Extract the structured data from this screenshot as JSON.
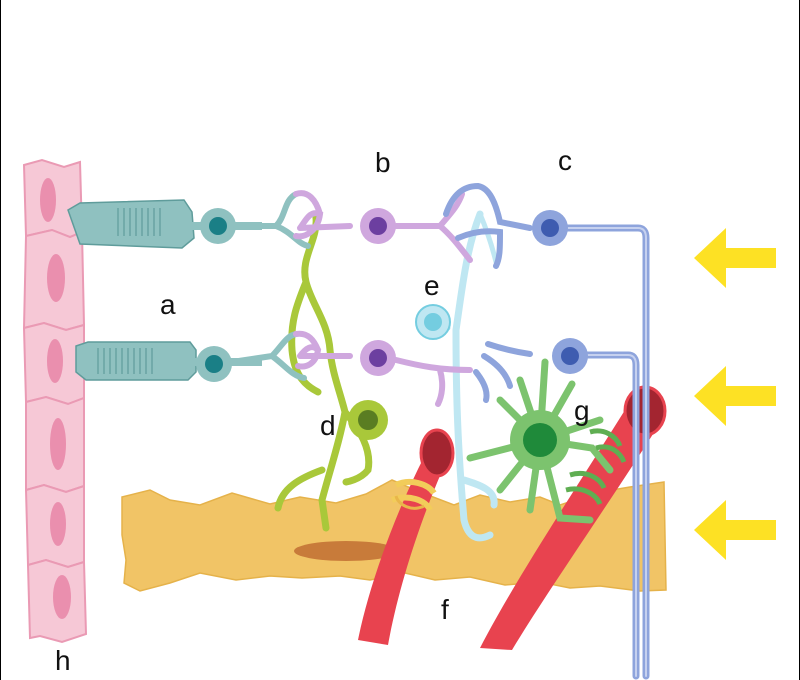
{
  "labels": {
    "a": "a",
    "b": "b",
    "c": "c",
    "d": "d",
    "e": "e",
    "f": "f",
    "g": "g",
    "h": "h"
  },
  "arrow_count": 3,
  "colors": {
    "background": "#ffffff",
    "rpe_cells": "#f6c8d6",
    "rpe_nucleus": "#ea8fae",
    "photoreceptor": "#8fc1c0",
    "photoreceptor_nucleus": "#1a7f86",
    "bipolar": "#cfa7de",
    "bipolar_nucleus": "#6c3fa0",
    "ganglion": "#8ea4dc",
    "ganglion_nucleus": "#3e5cb0",
    "mueller_glia": "#a9c83a",
    "amacrine": "#bfe7f2",
    "amacrine_nucleus": "#74cde0",
    "astrocyte": "#7cc36e",
    "astrocyte_nucleus": "#1f8a3a",
    "nerve_fiber_layer": "#f1c466",
    "vessel": "#e8434f",
    "vessel_dark": "#a32530",
    "pericyte_ring": "#f2cc5a",
    "light_arrow": "#fde124"
  }
}
